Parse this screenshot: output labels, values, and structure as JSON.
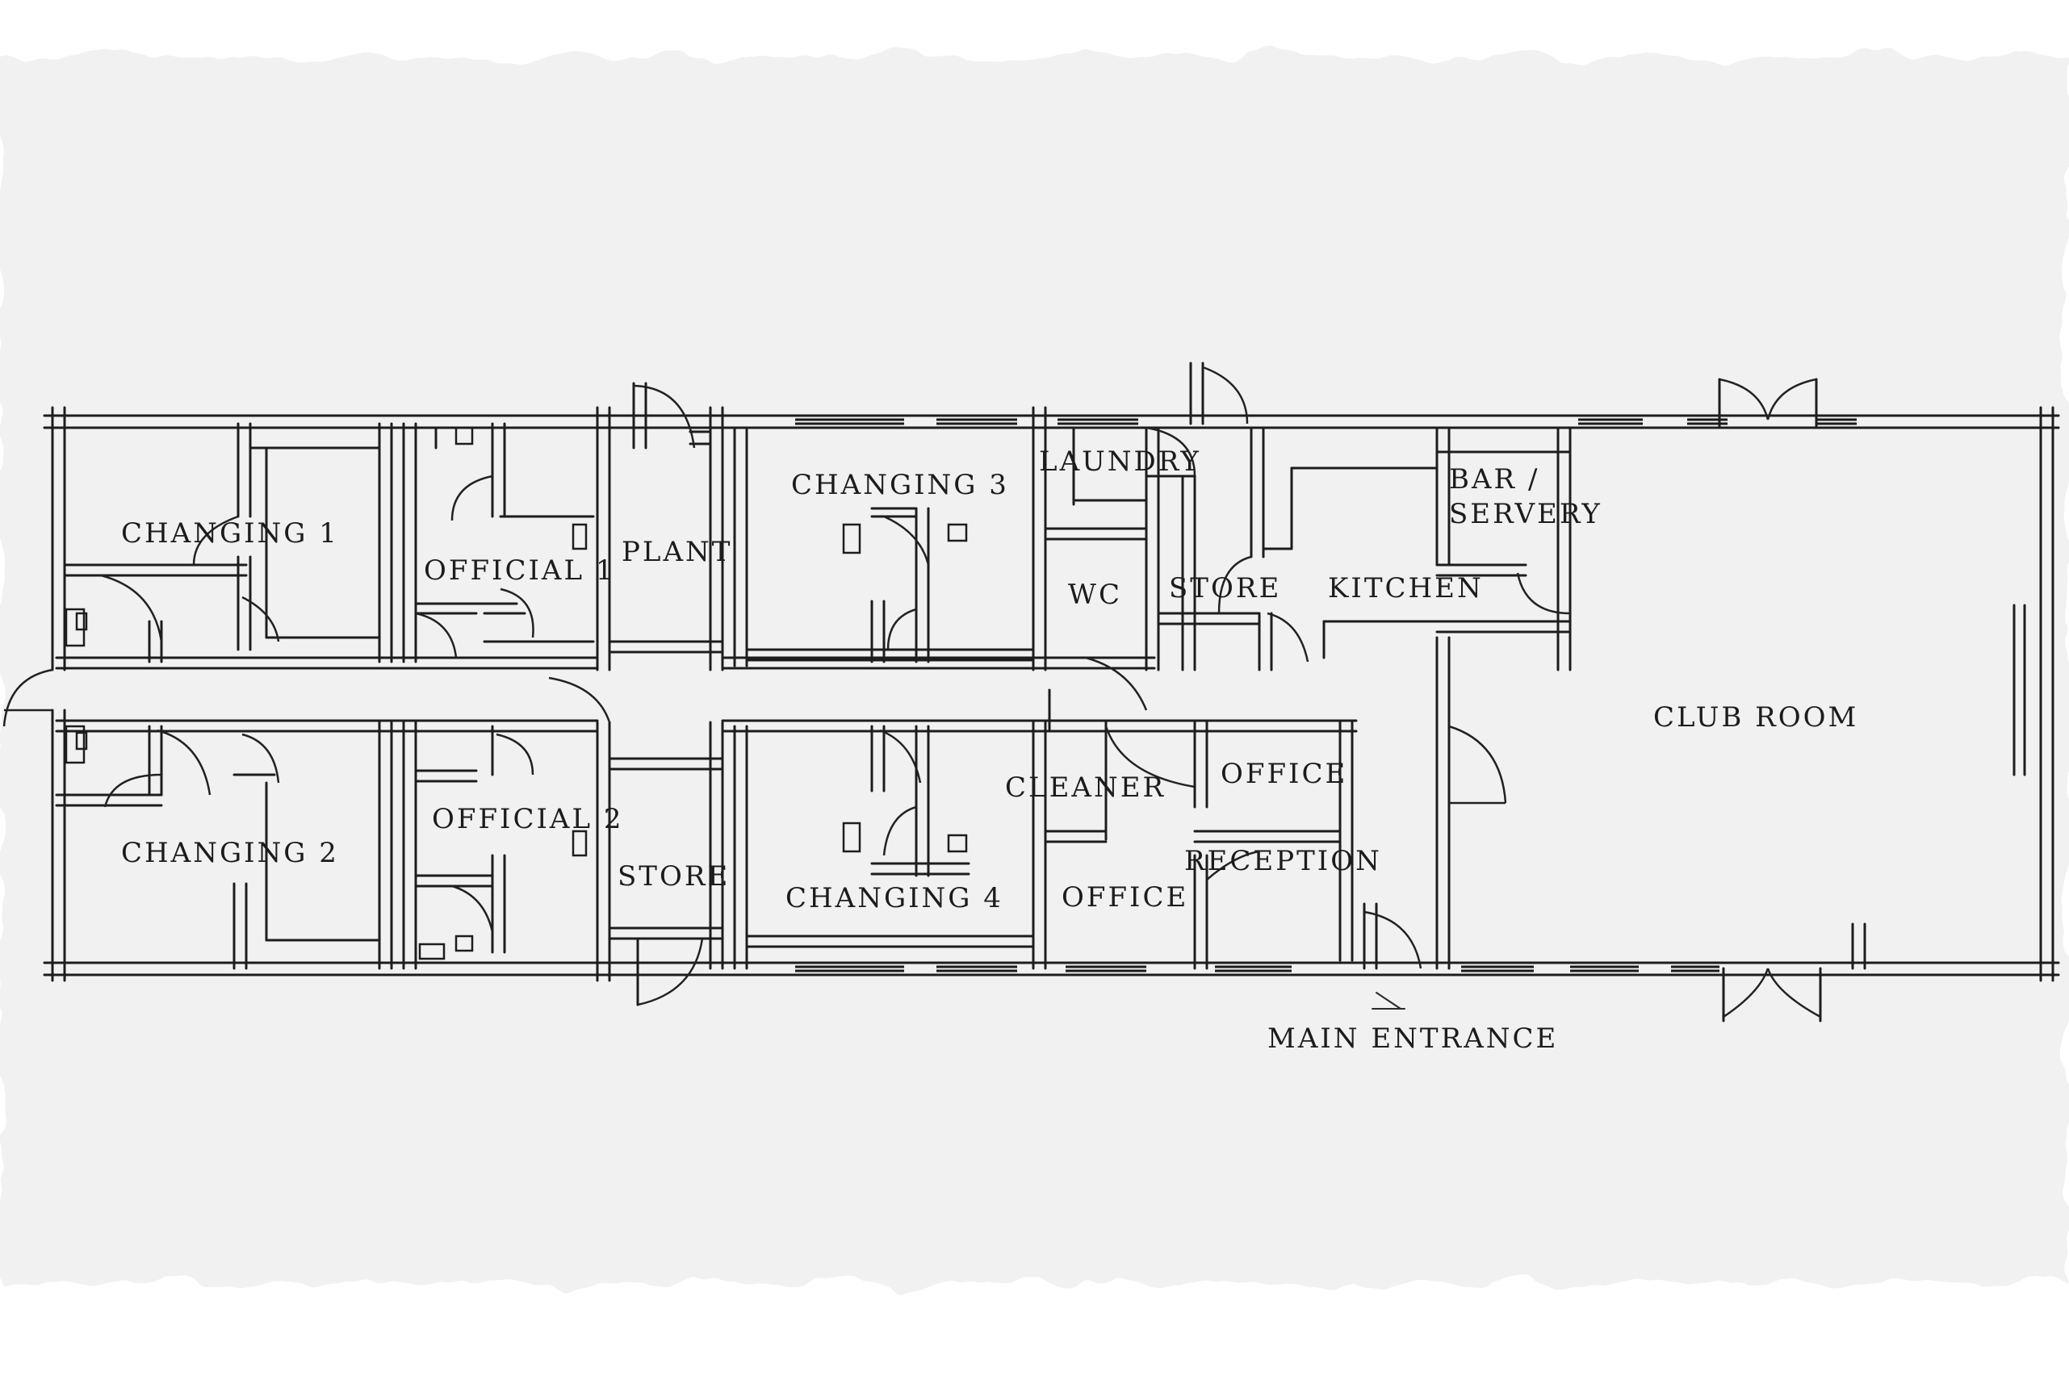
{
  "colors": {
    "paper": "#f1f1f1",
    "paper_edge": "#ffffff",
    "ink": "#1d1d1d"
  },
  "rooms": {
    "changing_1": "CHANGING 1",
    "official_1": "OFFICIAL 1",
    "plant": "PLANT",
    "changing_3": "CHANGING 3",
    "laundry": "LAUNDRY",
    "bar_servery_line1": "BAR /",
    "bar_servery_line2": "SERVERY",
    "wc": "WC",
    "store_upper": "STORE",
    "kitchen": "KITCHEN",
    "club_room": "CLUB ROOM",
    "changing_2": "CHANGING 2",
    "official_2": "OFFICIAL 2",
    "store_lower": "STORE",
    "changing_4": "CHANGING 4",
    "cleaner": "CLEANER",
    "office_upper": "OFFICE",
    "reception": "RECEPTION",
    "office_lower": "OFFICE",
    "main_entrance": "MAIN ENTRANCE"
  }
}
